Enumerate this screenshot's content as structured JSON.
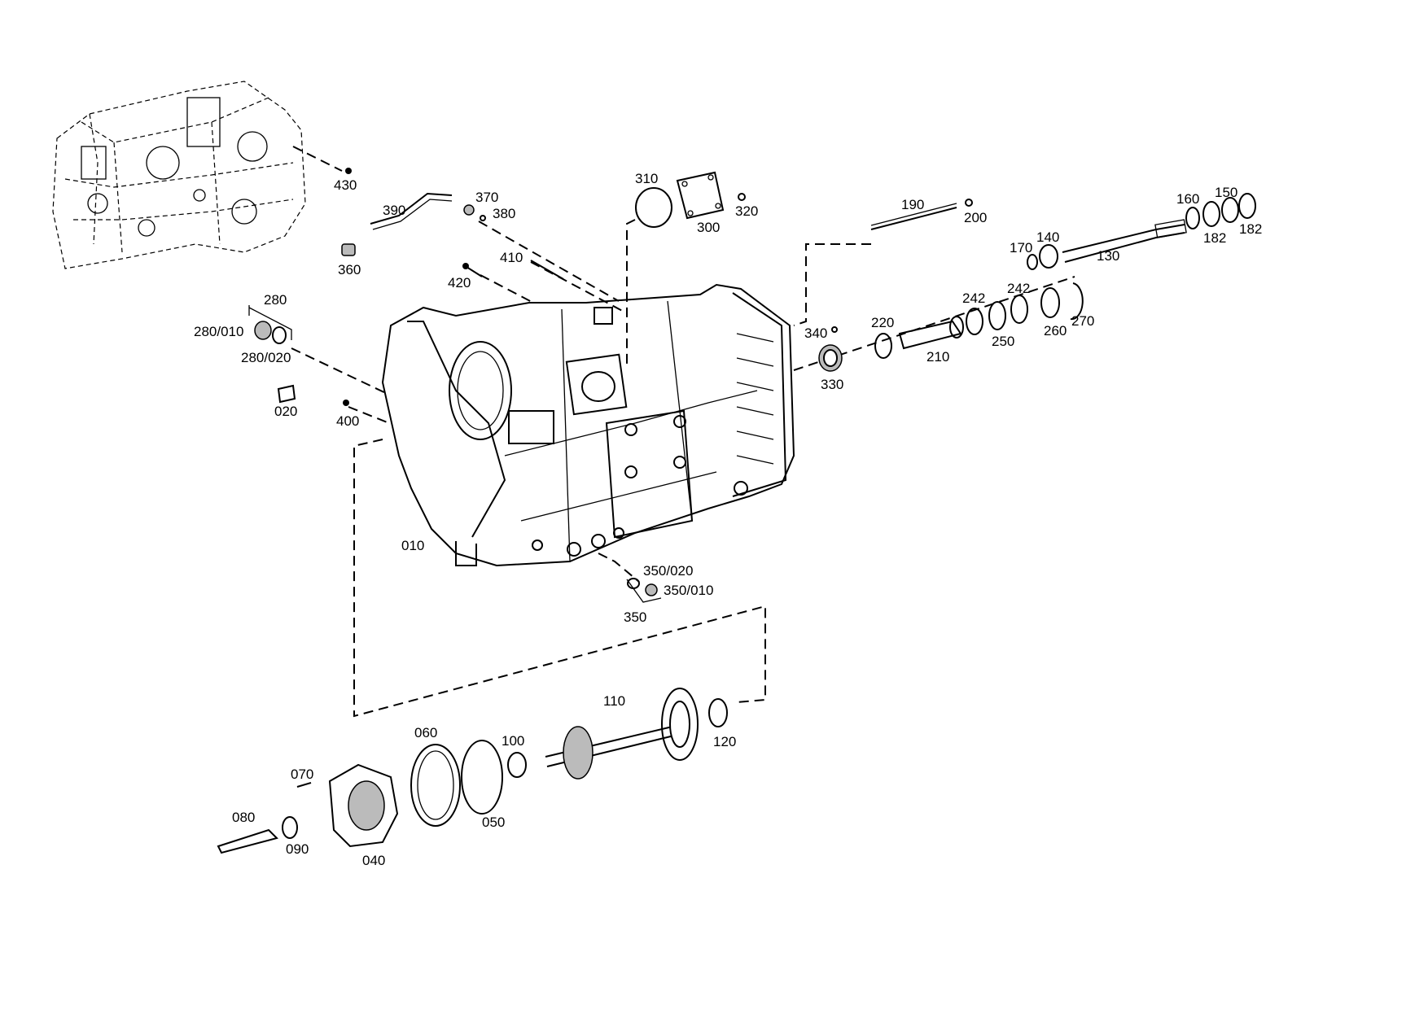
{
  "diagram": {
    "labels": {
      "010": "010",
      "020": "020",
      "040": "040",
      "050": "050",
      "060": "060",
      "070": "070",
      "080": "080",
      "090": "090",
      "100": "100",
      "110": "110",
      "120": "120",
      "130": "130",
      "140": "140",
      "150": "150",
      "160": "160",
      "170": "170",
      "182a": "182",
      "182b": "182",
      "190": "190",
      "200": "200",
      "210": "210",
      "220": "220",
      "242a": "242",
      "242b": "242",
      "250": "250",
      "260": "260",
      "270": "270",
      "280": "280",
      "280_010": "280/010",
      "280_020": "280/020",
      "300": "300",
      "310": "310",
      "320": "320",
      "330": "330",
      "340": "340",
      "350": "350",
      "350_010": "350/010",
      "350_020": "350/020",
      "360": "360",
      "370": "370",
      "380": "380",
      "390": "390",
      "400": "400",
      "410": "410",
      "420": "420",
      "430": "430"
    }
  }
}
